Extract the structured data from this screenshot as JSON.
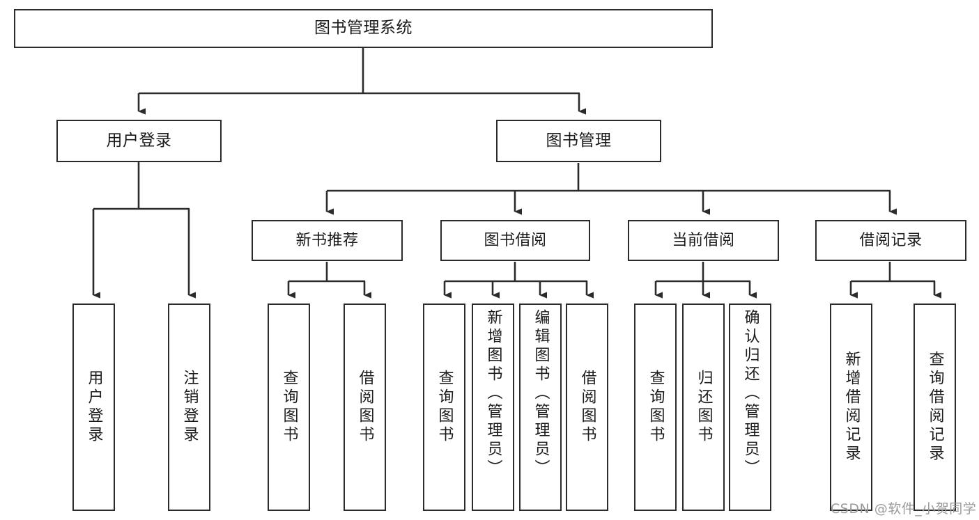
{
  "diagram": {
    "title": "图书管理系统",
    "type": "tree-hierarchy",
    "root": {
      "label": "图书管理系统"
    },
    "level2": [
      {
        "id": "user-login",
        "label": "用户登录"
      },
      {
        "id": "book-manage",
        "label": "图书管理"
      }
    ],
    "level3": [
      {
        "id": "new-book-recommend",
        "label": "新书推荐",
        "parent": "book-manage"
      },
      {
        "id": "book-borrow",
        "label": "图书借阅",
        "parent": "book-manage"
      },
      {
        "id": "current-borrow",
        "label": "当前借阅",
        "parent": "book-manage"
      },
      {
        "id": "borrow-record",
        "label": "借阅记录",
        "parent": "book-manage"
      }
    ],
    "leaves": [
      {
        "id": "leaf-user-login",
        "label": "用户登录",
        "parent": "user-login"
      },
      {
        "id": "leaf-user-logout",
        "label": "注销登录",
        "parent": "user-login"
      },
      {
        "id": "leaf-query-book-1",
        "label": "查询图书",
        "parent": "new-book-recommend"
      },
      {
        "id": "leaf-borrow-book-1",
        "label": "借阅图书",
        "parent": "new-book-recommend"
      },
      {
        "id": "leaf-query-book-2",
        "label": "查询图书",
        "parent": "book-borrow"
      },
      {
        "id": "leaf-add-book",
        "label": "新增图书（管理员）",
        "parent": "book-borrow"
      },
      {
        "id": "leaf-edit-book",
        "label": "编辑图书（管理员）",
        "parent": "book-borrow"
      },
      {
        "id": "leaf-borrow-book-2",
        "label": "借阅图书",
        "parent": "book-borrow"
      },
      {
        "id": "leaf-query-book-3",
        "label": "查询图书",
        "parent": "current-borrow"
      },
      {
        "id": "leaf-return-book",
        "label": "归还图书",
        "parent": "current-borrow"
      },
      {
        "id": "leaf-confirm-return",
        "label": "确认归还（管理员）",
        "parent": "current-borrow"
      },
      {
        "id": "leaf-add-record",
        "label": "新增借阅记录",
        "parent": "borrow-record"
      },
      {
        "id": "leaf-query-record",
        "label": "查询借阅记录",
        "parent": "borrow-record"
      }
    ],
    "colors": {
      "stroke": "#2b2b2b",
      "fill": "#ffffff",
      "text": "#1b1b1b",
      "watermark": "#9a9a9a"
    }
  },
  "watermark": {
    "text": "CSDN @软件_小贺同学"
  }
}
